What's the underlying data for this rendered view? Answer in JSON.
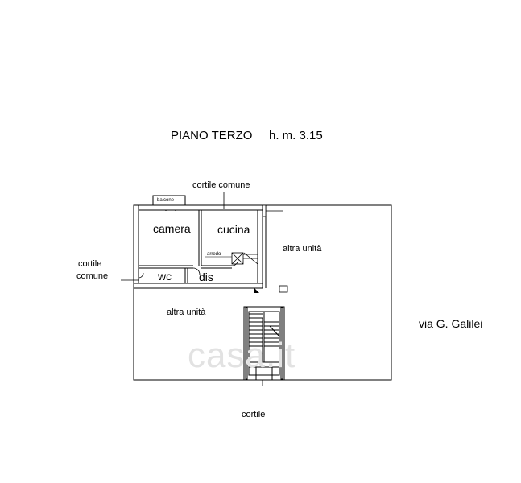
{
  "header": {
    "floor": "PIANO TERZO",
    "height": "h. m. 3.15"
  },
  "rooms": {
    "camera": "camera",
    "cucina": "cucina",
    "wc": "wc",
    "dis": "dis",
    "balcone": "balcone",
    "arredo": "arredo"
  },
  "surroundings": {
    "cortile_comune_top": "cortile comune",
    "cortile_comune_left_1": "cortile",
    "cortile_comune_left_2": "comune",
    "altra_unita_right": "altra unità",
    "altra_unita_left": "altra unità",
    "street": "via G. Galilei",
    "cortile_bottom": "cortile"
  },
  "watermark": "casa.it"
}
